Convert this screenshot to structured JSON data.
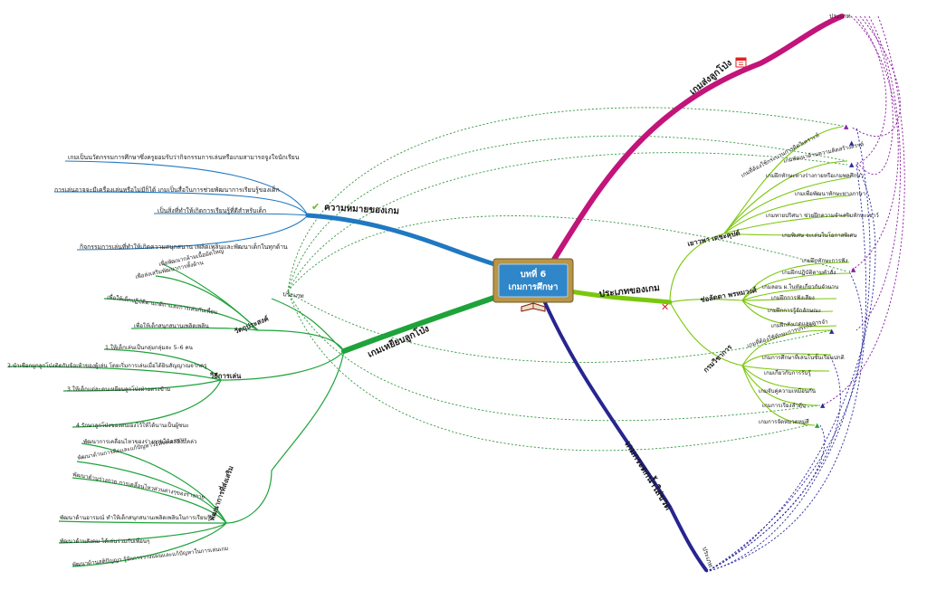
{
  "center": {
    "line1": "บทที่ 6",
    "line2": "เกมการศึกษา"
  },
  "colors": {
    "blue": "#1f78c1",
    "green": "#1ea33a",
    "lime": "#7ac70c",
    "magenta": "#c2147a",
    "navy": "#27258f",
    "center_fill": "#2f86c9",
    "center_border": "#b89548"
  },
  "branches": {
    "meaning": {
      "title": "ความหมายของเกม",
      "items": [
        "เกมเป็นนวัตกรรมการศึกษาซึ่งครูยอมรับว่ากิจกรรมการเล่นหรือเกมสามารถจูงใจนักเรียน",
        "การเล่นอาจจะมีเครื่องเล่นหรือไม่มีก็ได้ เกมเป็นสื่อในการช่วยพัฒนาการเรียนรู้ของเด็ก",
        "เป็นสิ่งที่ทำให้เกิดการเรียนรู้ที่ดีสำหรับเด็ก",
        "กิจกรรมการเล่นที่ทำให้เกิดความสนุกสนาน เพลิดเพลินและพัฒนาเด็กในทุกด้าน"
      ]
    },
    "ball_game": {
      "title": "เกมเหยียบลูกโป่ง",
      "type_label": "ประเภท",
      "objectives": {
        "title": "วัตถุประสงค์",
        "items": [
          "เพื่อพัฒนากล้ามเนื้อมัดใหญ่",
          "เพื่อส่งเสริมพัฒนาการทั้งด้าน",
          "เพื่อให้เด็กปฏิบัติตามกติกาและการเล่นกับเพื่อน",
          "เพื่อให้เด็กสนุกสนานเพลิดเพลิน"
        ]
      },
      "how_to_play": {
        "title": "วิธีการเล่น",
        "items": [
          "1.ให้เด็กเล่นเป็นกลุ่มกลุ่มละ 5–6 คน",
          "2.นำเชือกผูกลูกโป่งติดกับข้อเท้าของผู้เล่น โดยเริ่มการเล่นเมื่อได้ยินสัญญาณจากครู",
          "3.ให้เด็กแต่ละคนเหยียบลูกโป่งฝ่ายตรงข้าม",
          "4.รักษาลูกโป่งของตนเองไว้ให้ได้นานเป็นผู้ชนะ"
        ]
      },
      "development": {
        "title": "พัฒนาการที่ส่งเสริม",
        "items": [
          "พัฒนาการเคลื่อนไหวของร่างกายให้คล่องแคล่ว",
          "พัฒนาด้านการคิดและแก้ปัญหาวิธีที่จะเอาชนะ",
          "พัฒนาด้านร่างกาย การเคลื่อนไหวส่วนต่างๆของร่างกาย",
          "พัฒนาด้านอารมณ์ ทำให้เด็กสนุกสนานเพลิดเพลินในการเรียนรู้",
          "พัฒนาด้านสังคม ได้เล่นร่วมกับเพื่อนๆ",
          "พัฒนาด้านสติปัญญา รู้จักการวางแผนและแก้ปัญหาในการเล่นเกม"
        ]
      }
    },
    "types": {
      "title": "ประเภทของเกม",
      "groups": [
        {
          "author": "เยาวพา เดชะคุปต์",
          "items": [
            "เกมที่ต้องใช้กระบวนการคิดวิเคราะห์",
            "เกมพัฒนาด้านความคิดสร้างสรรค์",
            "เกมฝึกทักษะทางร่างกายหรือเกมพลศึกษา",
            "เกมเพื่อพัฒนาทักษะทางภาษา",
            "เกมทายปริศนา ช่วยฝึกความจำเสริมทักษะเชาว์",
            "เกมพิเศษ จะเล่นในโอกาสพิเศษ"
          ]
        },
        {
          "author": "ช่อลัดดา พรหมวงศ์",
          "items": [
            "เกมฝึกทักษะการฟัง",
            "เกมฝึกปฏิบัติตามคำสั่ง",
            "เกมลอน ผ.ในหัดเกี่ยวกับจำนวน",
            "เกมฝึกการฟังเสียง",
            "เกมฝึกการรู้จักลักษณะ",
            "เกมฝึกสังเกตและการจำ"
          ]
        },
        {
          "author": "กรมวิชาการ",
          "items": [
            "เกมที่ต้องใช้ทักษะการประกอบ",
            "เกมการศึกษาที่เล่นในชั้นเรียนปกติ",
            "เกมเกี่ยวกับการรับรู้",
            "เกมจับคู่ความเหมือนกัน",
            "เกมการเรียงลำดับ",
            "เกมการจัดหมวดหมู่สี"
          ]
        }
      ]
    },
    "chair_game": {
      "title": "เกมส่งลูกโป่ง",
      "type_label": "ประเภท"
    },
    "cloth_game": {
      "title": "เกมกระดกน้ำใส่ขวด",
      "type_label": "ประเภท"
    }
  }
}
